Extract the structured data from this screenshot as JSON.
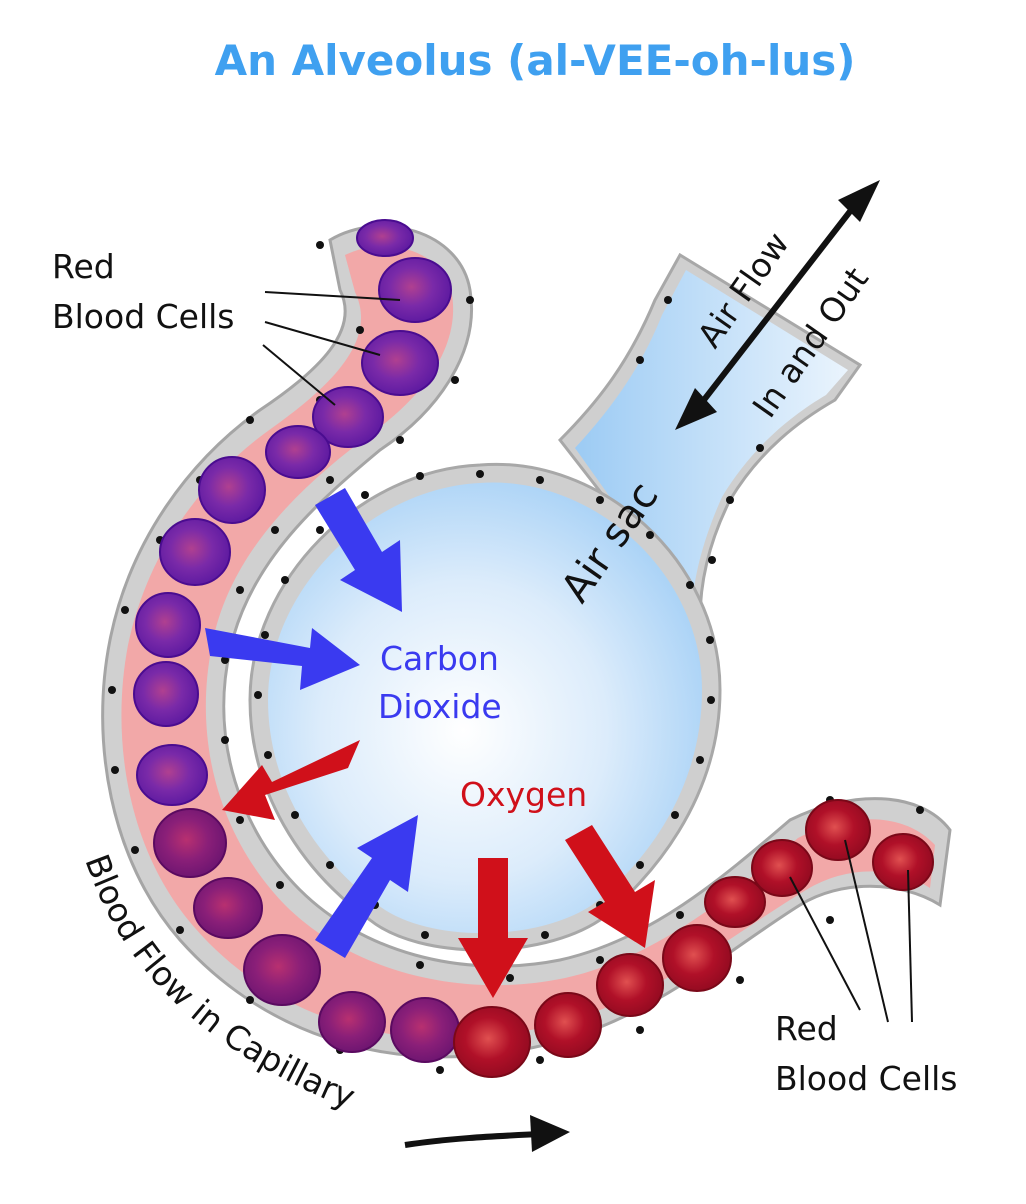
{
  "title": "An Alveolus (al-VEE-oh-lus)",
  "labels": {
    "red_blood_cells_top_line1": "Red",
    "red_blood_cells_top_line2": "Blood Cells",
    "red_blood_cells_bottom_line1": "Red",
    "red_blood_cells_bottom_line2": "Blood Cells",
    "air_flow_line1": "Air Flow",
    "air_flow_line2": "In and Out",
    "air_sac": "Air sac",
    "carbon_dioxide_line1": "Carbon",
    "carbon_dioxide_line2": "Dioxide",
    "oxygen": "Oxygen",
    "blood_flow": "Blood Flow in Capillary"
  },
  "colors": {
    "title": "#3fa0f0",
    "carbon_dioxide": "#3a3af0",
    "oxygen": "#d0101a",
    "air": "#a9d4f7",
    "capillary": "#f2a8a8",
    "deoxygenated_cell": "#6a1fb0",
    "oxygenated_cell": "#c01030",
    "membrane": "#c8c8c8",
    "text": "#111111"
  }
}
